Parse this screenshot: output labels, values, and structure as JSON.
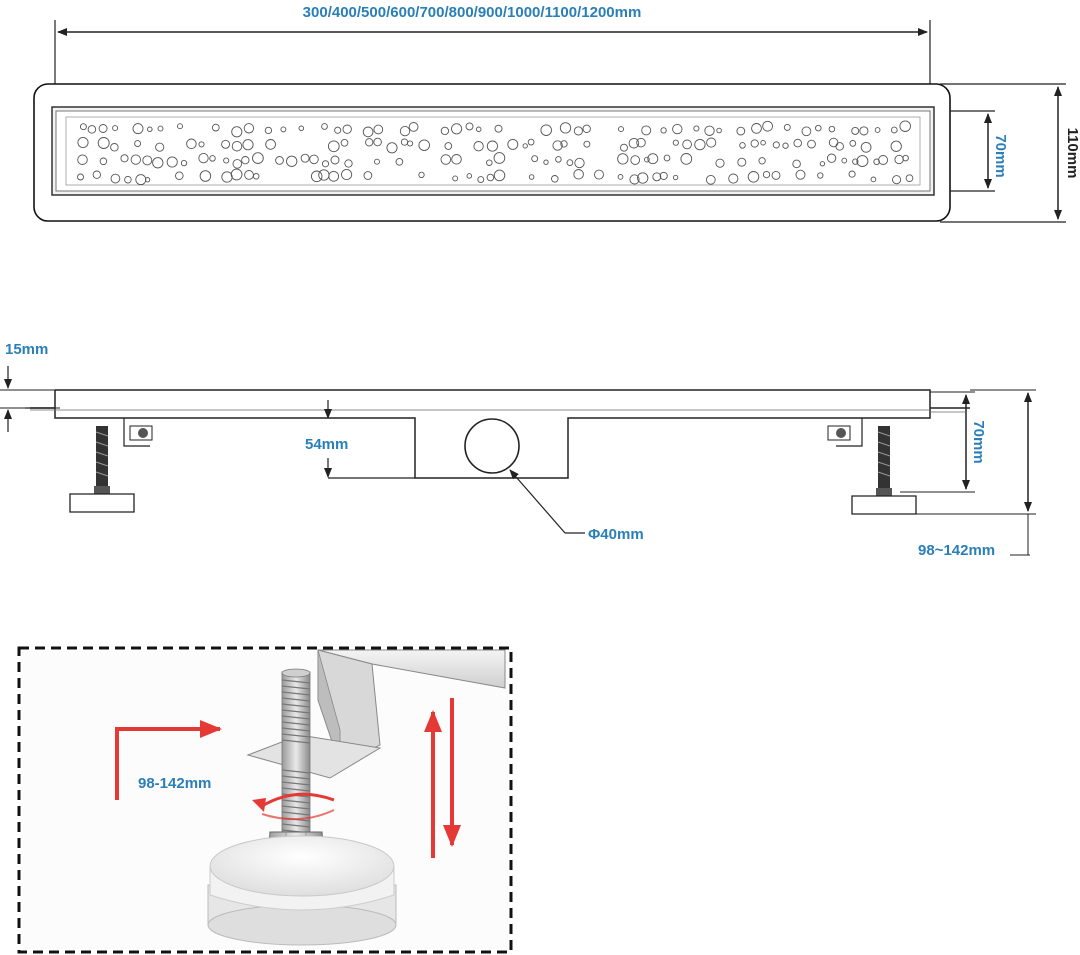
{
  "colors": {
    "dimension_blue": "#2a7fb8",
    "arrow_red": "#e53935",
    "line": "#222222"
  },
  "top_view": {
    "length_label": "300/400/500/600/700/800/900/1000/1100/1200mm",
    "inner_width_label": "70mm",
    "outer_width_label": "110mm"
  },
  "side_view": {
    "grate_thickness_label": "15mm",
    "channel_depth_label": "54mm",
    "height_label": "70mm",
    "outlet_label": "Φ40mm",
    "total_height_label": "98~142mm"
  },
  "detail_view": {
    "adjust_label": "98-142mm"
  }
}
